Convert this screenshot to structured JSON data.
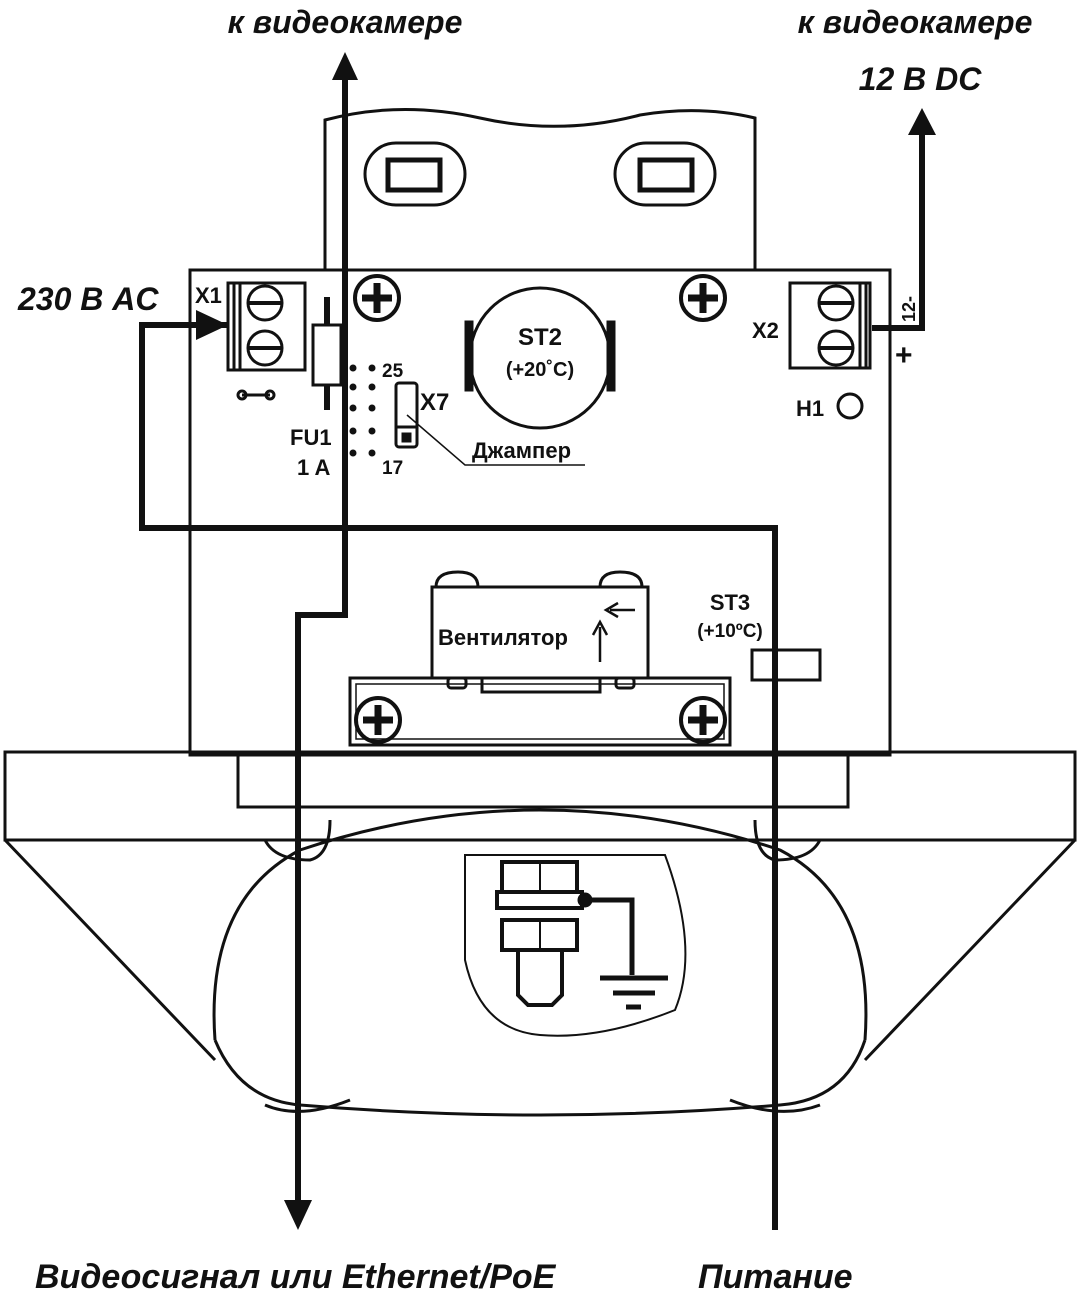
{
  "labels": {
    "top_left": "к видеокамере",
    "top_right": "к видеокамере",
    "top_right_voltage": "12 В DC",
    "input_ac": "230 В AC",
    "x1": "X1",
    "x2": "X2",
    "x7": "X7",
    "fu1": "FU1",
    "fu1_rating": "1 A",
    "pin25": "25",
    "pin17": "17",
    "jumper": "Джампер",
    "st2": "ST2",
    "st2_temp": "(+20˚C)",
    "st3": "ST3",
    "st3_temp": "(+10ºC)",
    "fan": "Вентилятор",
    "h1": "H1",
    "x2_pin_minus": "12-",
    "x2_plus": "+",
    "bottom_left": "Видеосигнал или Ethernet/PoE",
    "bottom_right": "Питание"
  },
  "colors": {
    "ink": "#111111",
    "background": "#ffffff"
  }
}
